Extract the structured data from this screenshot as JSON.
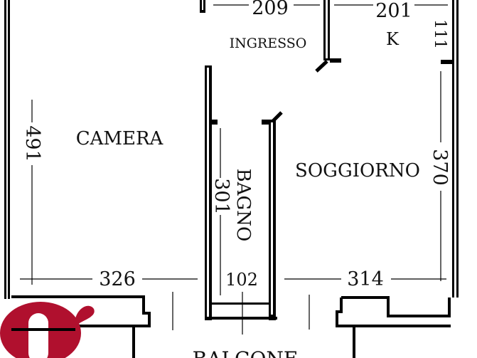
{
  "rooms": {
    "ingresso": "INGRESSO",
    "kitchen": "K",
    "camera": "CAMERA",
    "soggiorno": "SOGGIORNO",
    "bagno": "BAGNO",
    "balcone": "BALCONE"
  },
  "dimensions": {
    "ingresso_width": "209",
    "kitchen_width": "201",
    "kitchen_depth": "111",
    "camera_depth": "491",
    "soggiorno_depth": "370",
    "bagno_depth": "301",
    "camera_width": "326",
    "bagno_width": "102",
    "soggiorno_width": "314"
  },
  "colors": {
    "walls": "#000000",
    "logo": "#b0102e"
  }
}
